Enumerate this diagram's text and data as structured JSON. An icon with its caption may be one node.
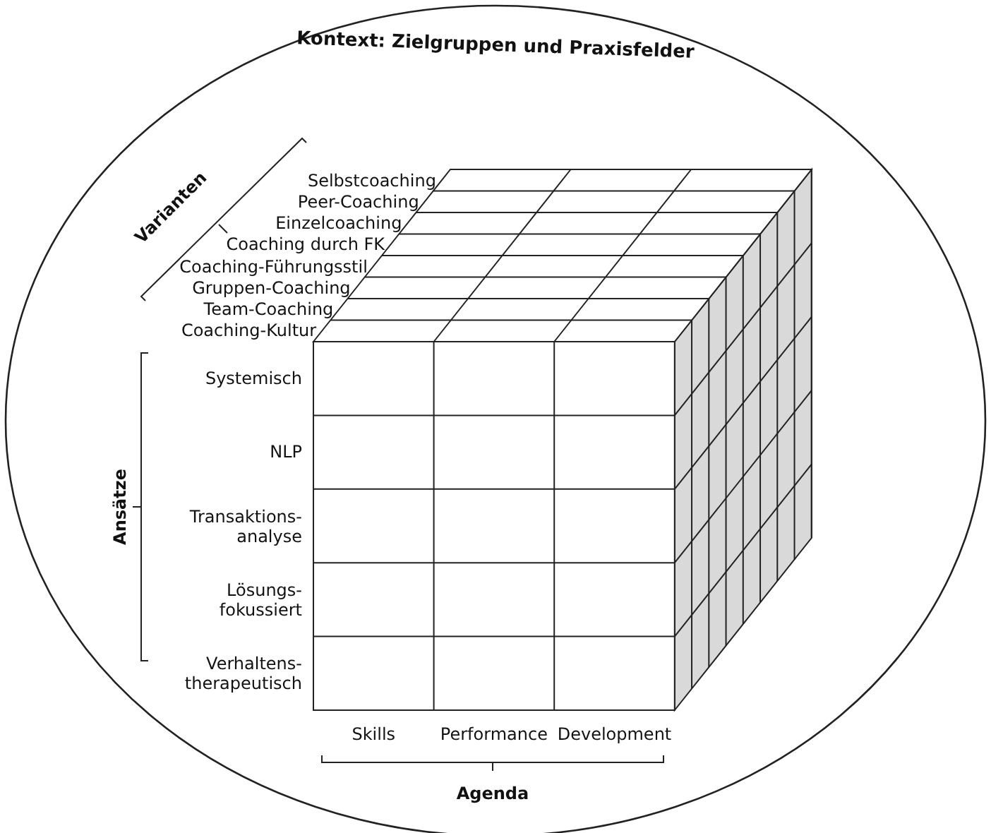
{
  "diagram": {
    "nodes": [
      {
        "text": [
          "Kontext: Zielgruppen und Praxisfelder"
        ]
      }
    ],
    "edges": [],
    "labels": [
      "Varianten",
      "Selbstcoaching",
      "Peer-Coaching",
      "Einzelcoaching",
      "Coaching durch FK",
      "Coaching-Führungsstil",
      "Gruppen-Coaching",
      "Team-Coaching",
      "Coaching-Kultur",
      "Ansätze",
      "Systemisch",
      "NLP",
      "Transaktions- analyse",
      "Lösungs- fokussiert",
      "Verhaltens- therapeutisch",
      "Skills",
      "Performance",
      "Development",
      "Agenda"
    ]
  }
}
